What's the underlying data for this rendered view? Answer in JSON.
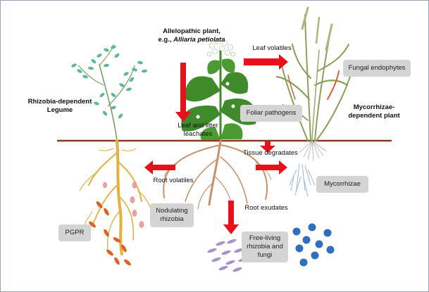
{
  "labels": {
    "allelopathic_line1": "Allelopathic plant,",
    "allelopathic_line2_prefix": "e.g., ",
    "allelopathic_line2_species": "Alliaria petiolata",
    "rhizobia_legume_line1": "Rhizobia-dependent",
    "rhizobia_legume_line2": "Legume",
    "mycorrhizae_plant_line1": "Mycorrhizae-",
    "mycorrhizae_plant_line2": "dependent plant",
    "leaf_volatiles": "Leaf volatiles",
    "leaf_litter_line1": "Leaf and litter",
    "leaf_litter_line2": "leachates",
    "tissue_degradates": "Tissue degradates",
    "root_volatiles": "Root volatiles",
    "root_exudates": "Root exudates"
  },
  "boxes": {
    "fungal_endophytes": "Fungal endophytes",
    "foliar_pathogens": "Foliar pathogens",
    "mycorrhizae": "Mycorrhizae",
    "nodulating_line1": "Nodulating",
    "nodulating_line2": "rhizobia",
    "pgpr": "PGPR",
    "free_living_line1": "Free-living",
    "free_living_line2": "rhizobia and",
    "free_living_line3": "fungi"
  },
  "colors": {
    "arrow": "#e8101a",
    "soil_line": "#8a3a1a",
    "box_fill": "#d4d4d4",
    "legume_leaf": "#5bb89a",
    "garlic_leaf": "#3f8a2a",
    "grass": "#8aa05a",
    "legume_root": "#e4b040",
    "garlic_root": "#c9906a",
    "mycorrhizae_root": "#9ab8d8",
    "nodule": "#e8a0a0",
    "pgpr": "#e06020",
    "free_living_microbe": "#a890c8",
    "fungi_dot": "#2f6fc0"
  },
  "icons": [
    "arrow-right",
    "arrow-down",
    "arrow-left"
  ]
}
